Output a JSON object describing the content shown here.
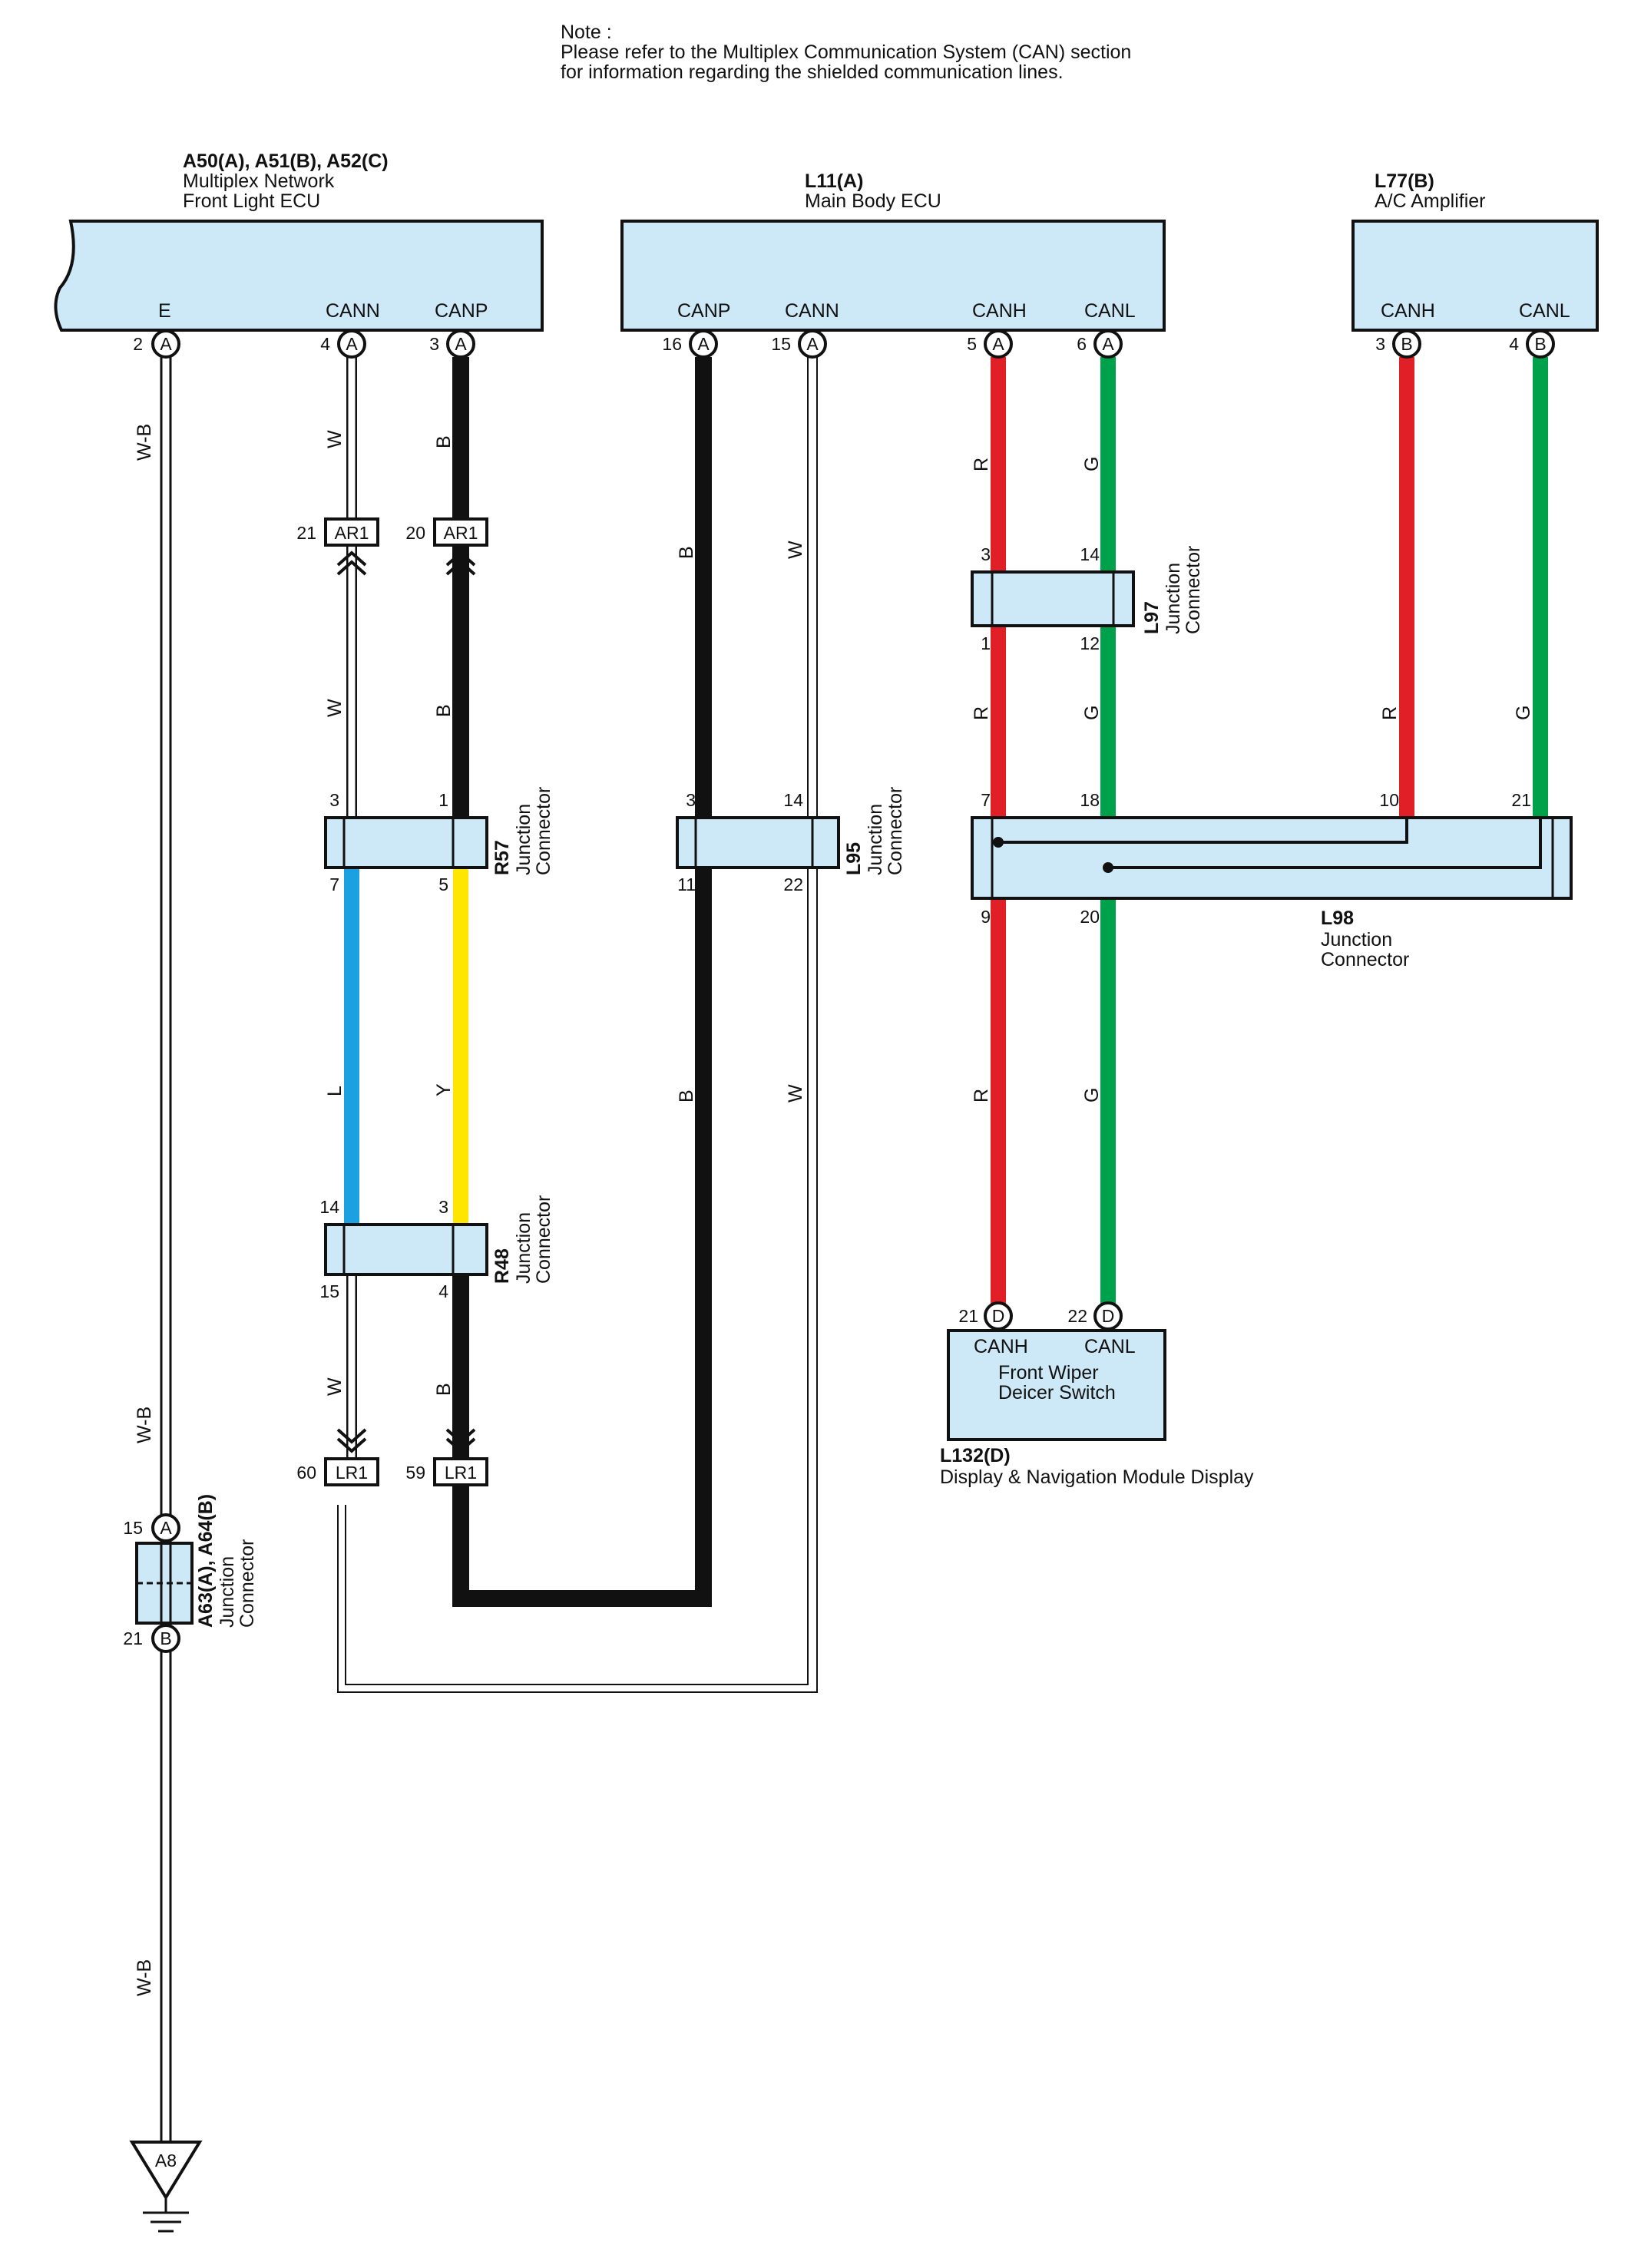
{
  "note": {
    "line1": "Note :",
    "line2": "Please refer to the Multiplex Communication System (CAN) section",
    "line3": "for information regarding the shielded communication lines."
  },
  "components": {
    "front_light_ecu": {
      "code": "A50(A), A51(B), A52(C)",
      "name1": "Multiplex Network",
      "name2": "Front Light ECU",
      "pins": {
        "e": "E",
        "cann": "CANN",
        "canp": "CANP"
      }
    },
    "main_body_ecu": {
      "code": "L11(A)",
      "name": "Main Body ECU",
      "pins": {
        "canp": "CANP",
        "cann": "CANN",
        "canh": "CANH",
        "canl": "CANL"
      }
    },
    "ac_amplifier": {
      "code": "L77(B)",
      "name": "A/C Amplifier",
      "pins": {
        "canh": "CANH",
        "canl": "CANL"
      }
    },
    "display_module": {
      "code": "L132(D)",
      "name": "Display & Navigation Module Display",
      "inner1": "Front Wiper",
      "inner2": "Deicer Switch",
      "pins": {
        "canh": "CANH",
        "canl": "CANL"
      }
    }
  },
  "junctions": {
    "r57": {
      "code": "R57",
      "label": "Junction",
      "label2": "Connector"
    },
    "r48": {
      "code": "R48",
      "label": "Junction",
      "label2": "Connector"
    },
    "l95": {
      "code": "L95",
      "label": "Junction",
      "label2": "Connector"
    },
    "l97": {
      "code": "L97",
      "label": "Junction",
      "label2": "Connector"
    },
    "l98": {
      "code": "L98",
      "label": "Junction",
      "label2": "Connector"
    },
    "a63": {
      "code": "A63(A), A64(B)",
      "label": "Junction",
      "label2": "Connector"
    }
  },
  "connectors": {
    "ar1": "AR1",
    "lr1": "LR1",
    "ground": "A8"
  },
  "pins": {
    "fl_e": "2",
    "fl_cann": "4",
    "fl_canp": "3",
    "mb_canp": "16",
    "mb_cann": "15",
    "mb_canh": "5",
    "mb_canl": "6",
    "ac_canh": "3",
    "ac_canl": "4",
    "ar1_w": "21",
    "ar1_b": "20",
    "r57_3": "3",
    "r57_1": "1",
    "r57_7": "7",
    "r57_5": "5",
    "r48_14": "14",
    "r48_3": "3",
    "r48_15": "15",
    "r48_4": "4",
    "lr1_w": "60",
    "lr1_b": "59",
    "l95_3": "3",
    "l95_14": "14",
    "l95_11": "11",
    "l95_22": "22",
    "l97_3": "3",
    "l97_14": "14",
    "l97_1": "1",
    "l97_12": "12",
    "l98_7": "7",
    "l98_18": "18",
    "l98_10": "10",
    "l98_21": "21",
    "l98_9": "9",
    "l98_20": "20",
    "disp_canh": "21",
    "disp_canl": "22",
    "a63_top": "15",
    "a63_bot": "21"
  },
  "pin_letters": {
    "a": "A",
    "b": "B",
    "d": "D"
  },
  "wire_colors": {
    "wb": "W-B",
    "w": "W",
    "b": "B",
    "l": "L",
    "y": "Y",
    "r": "R",
    "g": "G"
  },
  "colors": {
    "box_fill": "#cde8f6",
    "red": "#e01f26",
    "green": "#00a14b",
    "blue": "#1ba1e2",
    "yellow": "#ffe600",
    "black": "#111111"
  }
}
